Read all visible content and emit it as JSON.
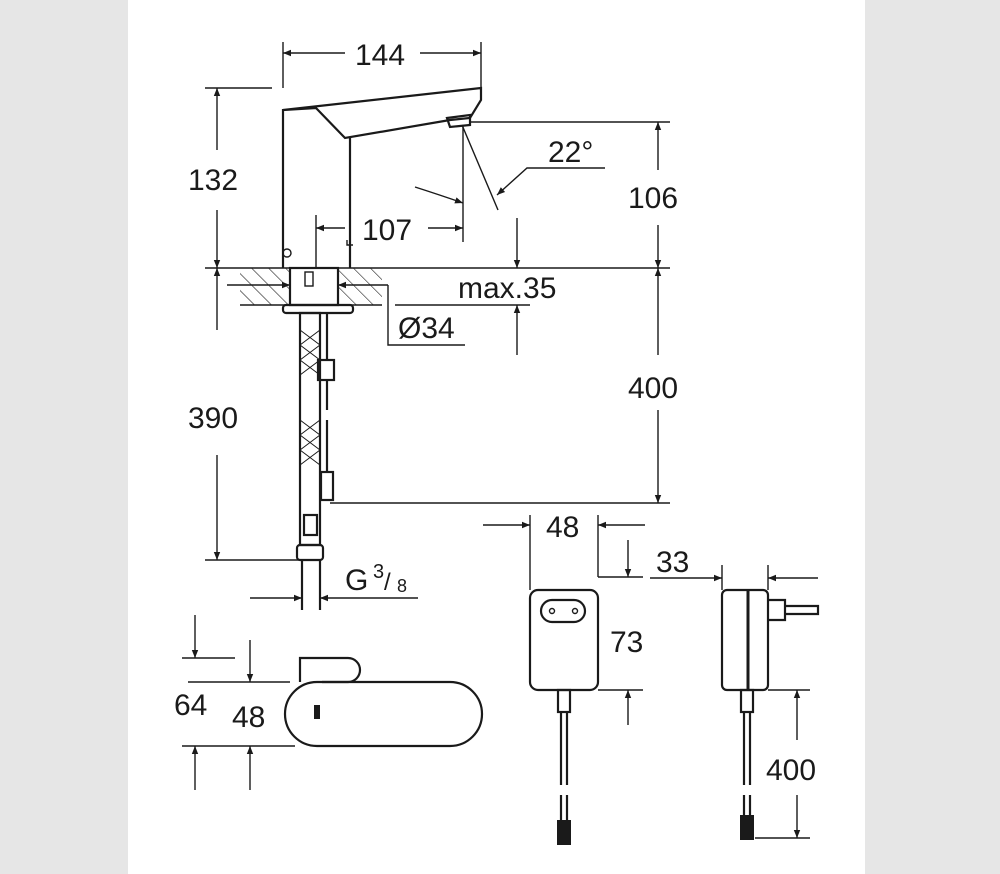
{
  "drawing": {
    "title": "Sensor basin mixer dimensional drawing",
    "colors": {
      "line": "#1a1a1a",
      "sheet": "#ffffff",
      "margin": "#e6e6e6"
    },
    "dimensions": {
      "spout_length": "144",
      "total_height": "132",
      "outlet_height": "106",
      "spray_angle": "22°",
      "reach": "107",
      "counter_thickness": "max.35",
      "hole_diameter": "Ø34",
      "hose_length_left": "390",
      "cable_length": "400",
      "thread": "G",
      "thread_num": "3",
      "thread_den": "8",
      "side_height": "64",
      "side_body_height": "48",
      "adapter_width": "48",
      "adapter_height": "73",
      "adapter_depth": "33",
      "adapter_cable": "400"
    }
  }
}
